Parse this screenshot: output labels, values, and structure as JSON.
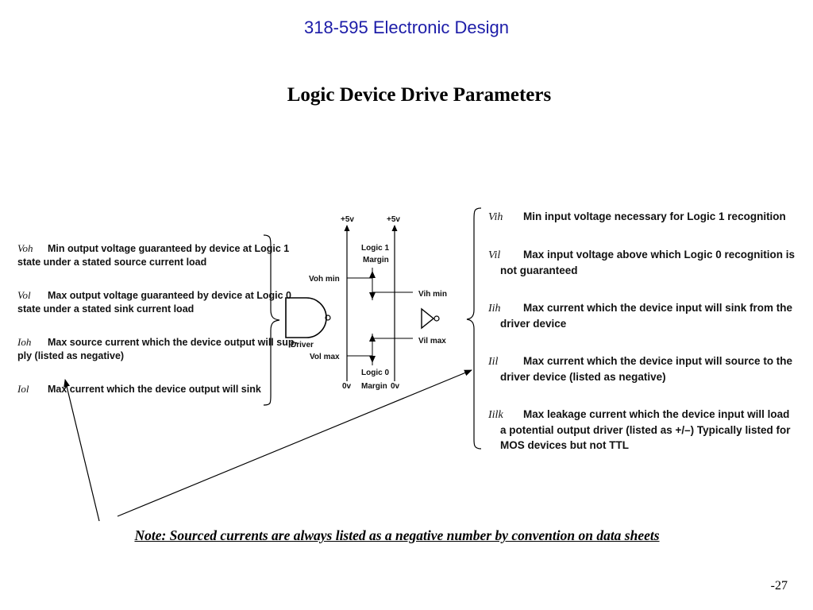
{
  "header": {
    "course": "318-595 Electronic Design",
    "title": "Logic Device Drive Parameters"
  },
  "output_params": [
    {
      "symbol": "Voh",
      "line1": "Min output voltage guaranteed by device at Logic 1",
      "line2": "state under a stated source current load"
    },
    {
      "symbol": "Vol",
      "line1": "Max output voltage guaranteed by device at Logic 0",
      "line2": "state under a stated sink current load"
    },
    {
      "symbol": "Ioh",
      "line1": "Max source current which the device output will sup-",
      "line2": "ply  (listed as negative)"
    },
    {
      "symbol": "Iol",
      "line1": "Max current which the device output will sink",
      "line2": ""
    }
  ],
  "input_params": [
    {
      "symbol": "Vih",
      "line1": "Min input voltage necessary for Logic 1 recognition",
      "line2": ""
    },
    {
      "symbol": "Vil",
      "line1": "Max input voltage above which Logic 0 recognition is",
      "line2": "not guaranteed"
    },
    {
      "symbol": "Iih",
      "line1": "Max current which the device input will sink from the",
      "line2": "driver device"
    },
    {
      "symbol": "Iil",
      "line1": "Max current which the device input will source to the",
      "line2": "driver device (listed as negative)"
    },
    {
      "symbol": "Iilk",
      "line1": "Max leakage current which the device input will load",
      "line2": "a potential output driver (listed as +/–) Typically listed for",
      "line3": "MOS devices but not TTL"
    }
  ],
  "diagram": {
    "plus5v_left": "+5v",
    "plus5v_right": "+5v",
    "logic1_margin_1": "Logic 1",
    "logic1_margin_2": "Margin",
    "voh_min": "Voh min",
    "vih_min": "Vih min",
    "driver": "Driver",
    "vol_max": "Vol max",
    "vil_max": "Vil max",
    "logic0_margin_1": "Logic 0",
    "logic0_margin_2": "Margin",
    "zero_v_left": "0v",
    "zero_v_right": "0v"
  },
  "note": "Note:  Sourced currents are always listed as a negative number by convention on data sheets",
  "page_number": "-27"
}
